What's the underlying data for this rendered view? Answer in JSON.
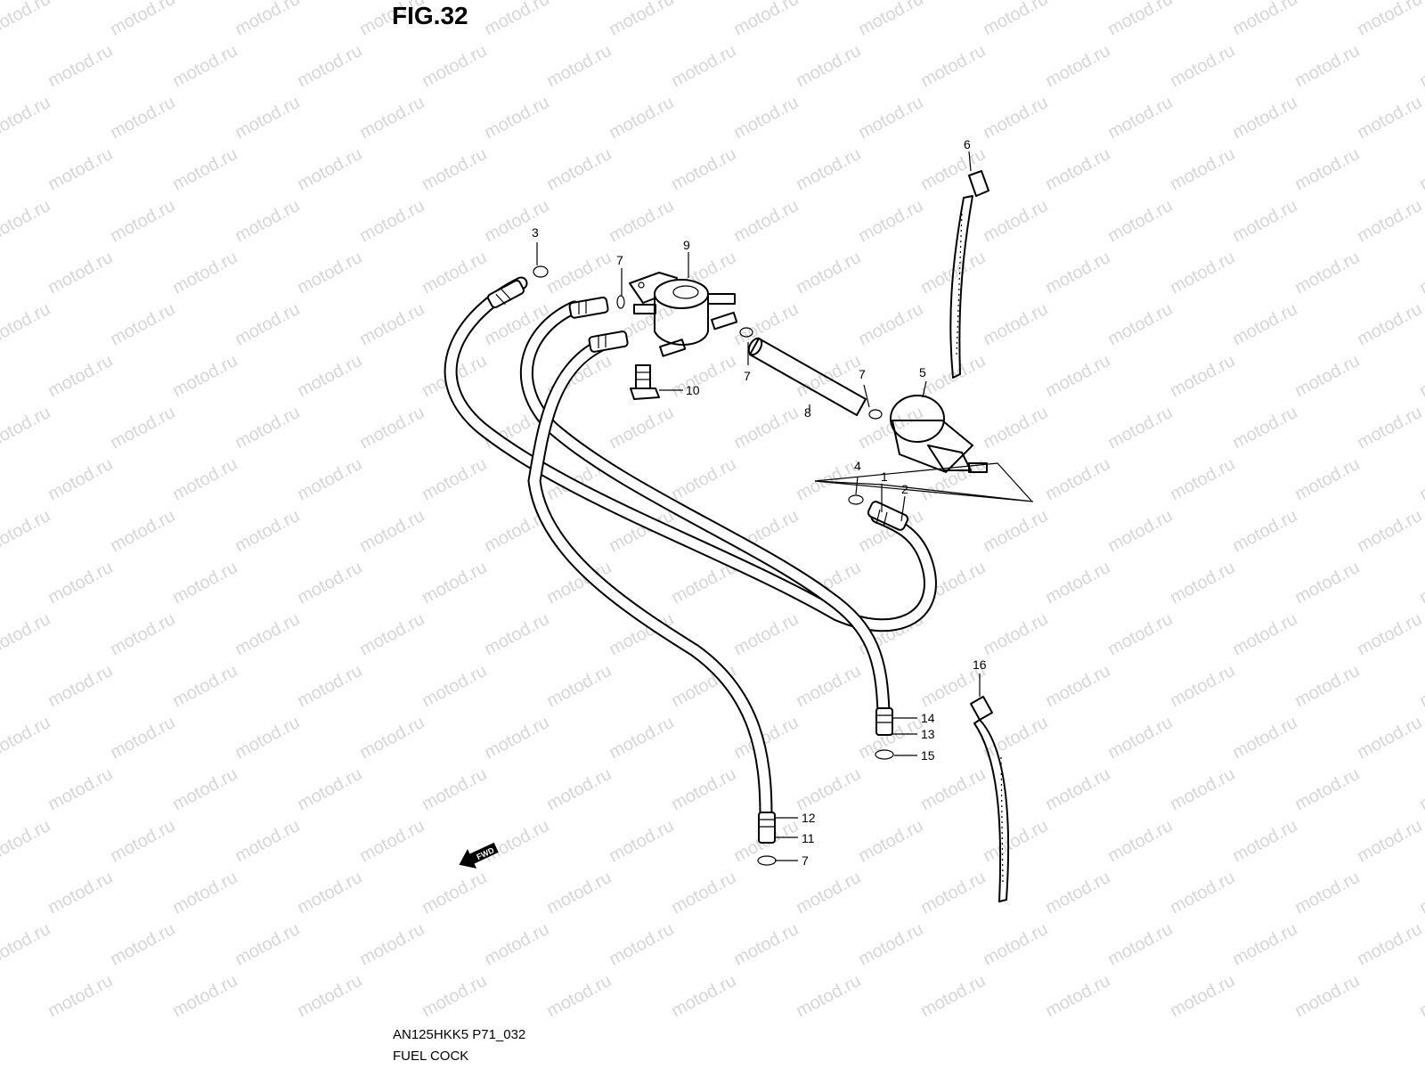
{
  "figure_label": "FIG.32",
  "model_code": "AN125HKK5 P71_032",
  "section_name": "FUEL COCK",
  "watermark_text": "motod.ru",
  "fwd_badge": "FWD",
  "callouts": [
    "1",
    "2",
    "3",
    "4",
    "5",
    "6",
    "7",
    "7",
    "7",
    "8",
    "9",
    "10",
    "11",
    "12",
    "13",
    "14",
    "15",
    "16",
    "7"
  ]
}
